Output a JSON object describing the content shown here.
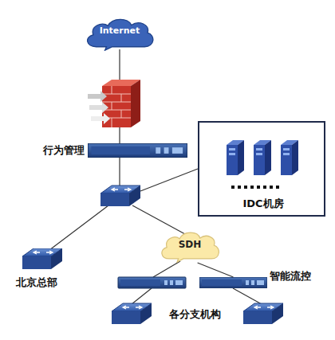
{
  "diagram": {
    "nodes": [
      {
        "text": [
          "Internet"
        ]
      },
      {
        "text": [
          "行为管理"
        ]
      },
      {
        "text": [
          "IDC机房"
        ]
      },
      {
        "text": [
          "北京总部"
        ]
      },
      {
        "text": [
          "SDH"
        ]
      },
      {
        "text": [
          "智能流控"
        ]
      }
    ],
    "edges": [
      {
        "from": 4,
        "to": 5,
        "arrow": "none"
      }
    ],
    "labels": [
      "各分支机构"
    ]
  }
}
